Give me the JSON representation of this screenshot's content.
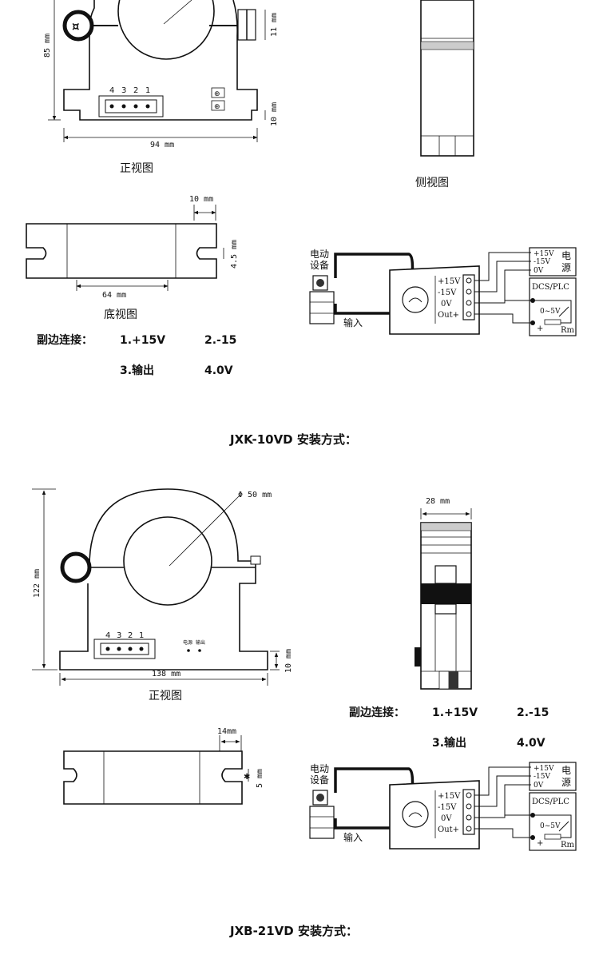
{
  "section1": {
    "front": {
      "caption": "正视图",
      "dim_height": "85 mm",
      "dim_width": "94 mm",
      "dim_top_right": "11 mm",
      "dim_base": "10 mm",
      "pins": [
        "4",
        "3",
        "2",
        "1"
      ]
    },
    "side": {
      "caption": "侧视图"
    },
    "bottom": {
      "caption": "底视图",
      "dim_slot": "10 mm",
      "dim_slot_width": "4.5 mm",
      "dim_length": "64 mm"
    },
    "connection": {
      "label": "副边连接：",
      "items": [
        "1.+15V",
        "2.-15",
        "3.输出",
        "4.0V"
      ]
    },
    "wiring": {
      "device_label_1": "电动",
      "device_label_2": "设备",
      "input_label": "输入",
      "terminals": [
        "+15V",
        "-15V",
        "0V",
        "Out+"
      ],
      "power_terminals": [
        "+15V",
        "-15V",
        "0V"
      ],
      "power_label_1": "电",
      "power_label_2": "源",
      "dcs_label": "DCS/PLC",
      "range_label": "0~5V",
      "plus_label": "+",
      "rm_label": "Rm"
    }
  },
  "section2": {
    "title": "JXK-10VD  安装方式：",
    "front": {
      "caption": "正视图",
      "dim_diameter": "Φ 50 mm",
      "dim_height": "122 mm",
      "dim_width": "138 mm",
      "dim_base": "10 mm",
      "pins": [
        "4",
        "3",
        "2",
        "1"
      ],
      "led_labels": [
        "电源",
        "输出"
      ]
    },
    "side": {
      "dim_width": "28 mm"
    },
    "connection": {
      "label": "副边连接：",
      "items": [
        "1.+15V",
        "2.-15",
        "3.输出",
        "4.0V"
      ]
    },
    "bottom": {
      "dim_slot": "14mm",
      "dim_slot_width": "5 mm"
    },
    "wiring": {
      "device_label_1": "电动",
      "device_label_2": "设备",
      "input_label": "输入",
      "terminals": [
        "+15V",
        "-15V",
        "0V",
        "Out+"
      ],
      "power_terminals": [
        "+15V",
        "-15V",
        "0V"
      ],
      "power_label_1": "电",
      "power_label_2": "源",
      "dcs_label": "DCS/PLC",
      "range_label": "0~5V",
      "plus_label": "+",
      "rm_label": "Rm"
    }
  },
  "footer": {
    "title": "JXB-21VD  安装方式："
  }
}
